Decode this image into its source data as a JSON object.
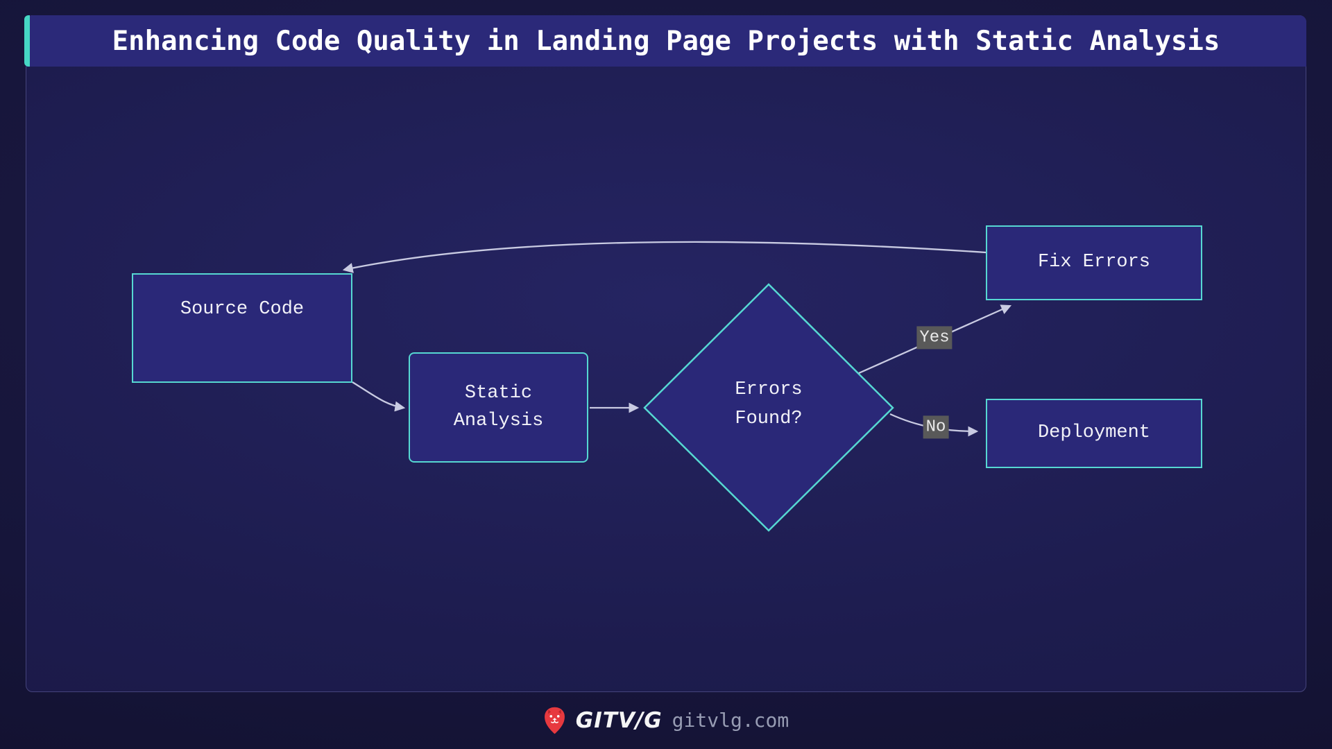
{
  "title": "Enhancing Code Quality in Landing Page Projects with Static Analysis",
  "flowchart": {
    "nodes": {
      "source_code": {
        "label": "Source Code"
      },
      "static_analysis": {
        "lines": [
          "Static",
          "Analysis"
        ]
      },
      "errors_found": {
        "lines": [
          "Errors",
          "Found?"
        ]
      },
      "fix_errors": {
        "label": "Fix Errors"
      },
      "deployment": {
        "label": "Deployment"
      }
    },
    "edges": [
      {
        "from": "Source Code",
        "to": "Static Analysis",
        "label": ""
      },
      {
        "from": "Static Analysis",
        "to": "Errors Found?",
        "label": ""
      },
      {
        "from": "Errors Found?",
        "to": "Fix Errors",
        "label": "Yes"
      },
      {
        "from": "Errors Found?",
        "to": "Deployment",
        "label": "No"
      },
      {
        "from": "Fix Errors",
        "to": "Source Code",
        "label": ""
      }
    ],
    "edge_labels": {
      "yes": "Yes",
      "no": "No"
    }
  },
  "footer": {
    "brand": "GITV/G",
    "site": "gitvlg.com",
    "logo_icon": "lion-icon"
  },
  "colors": {
    "page_bg": "#14132f",
    "panel_bg": "#1d1c4e",
    "panel_border": "#45447c",
    "title_bar_bg": "#2b2979",
    "accent_teal": "#46d7c5",
    "node_fill": "#2a2878",
    "node_border": "#56d8d2",
    "node_text": "#f2f2f8",
    "edge_line": "#c9cbe2",
    "edge_label_bg": "#595959",
    "brand_red": "#e7393f",
    "site_text": "#979cb3"
  }
}
